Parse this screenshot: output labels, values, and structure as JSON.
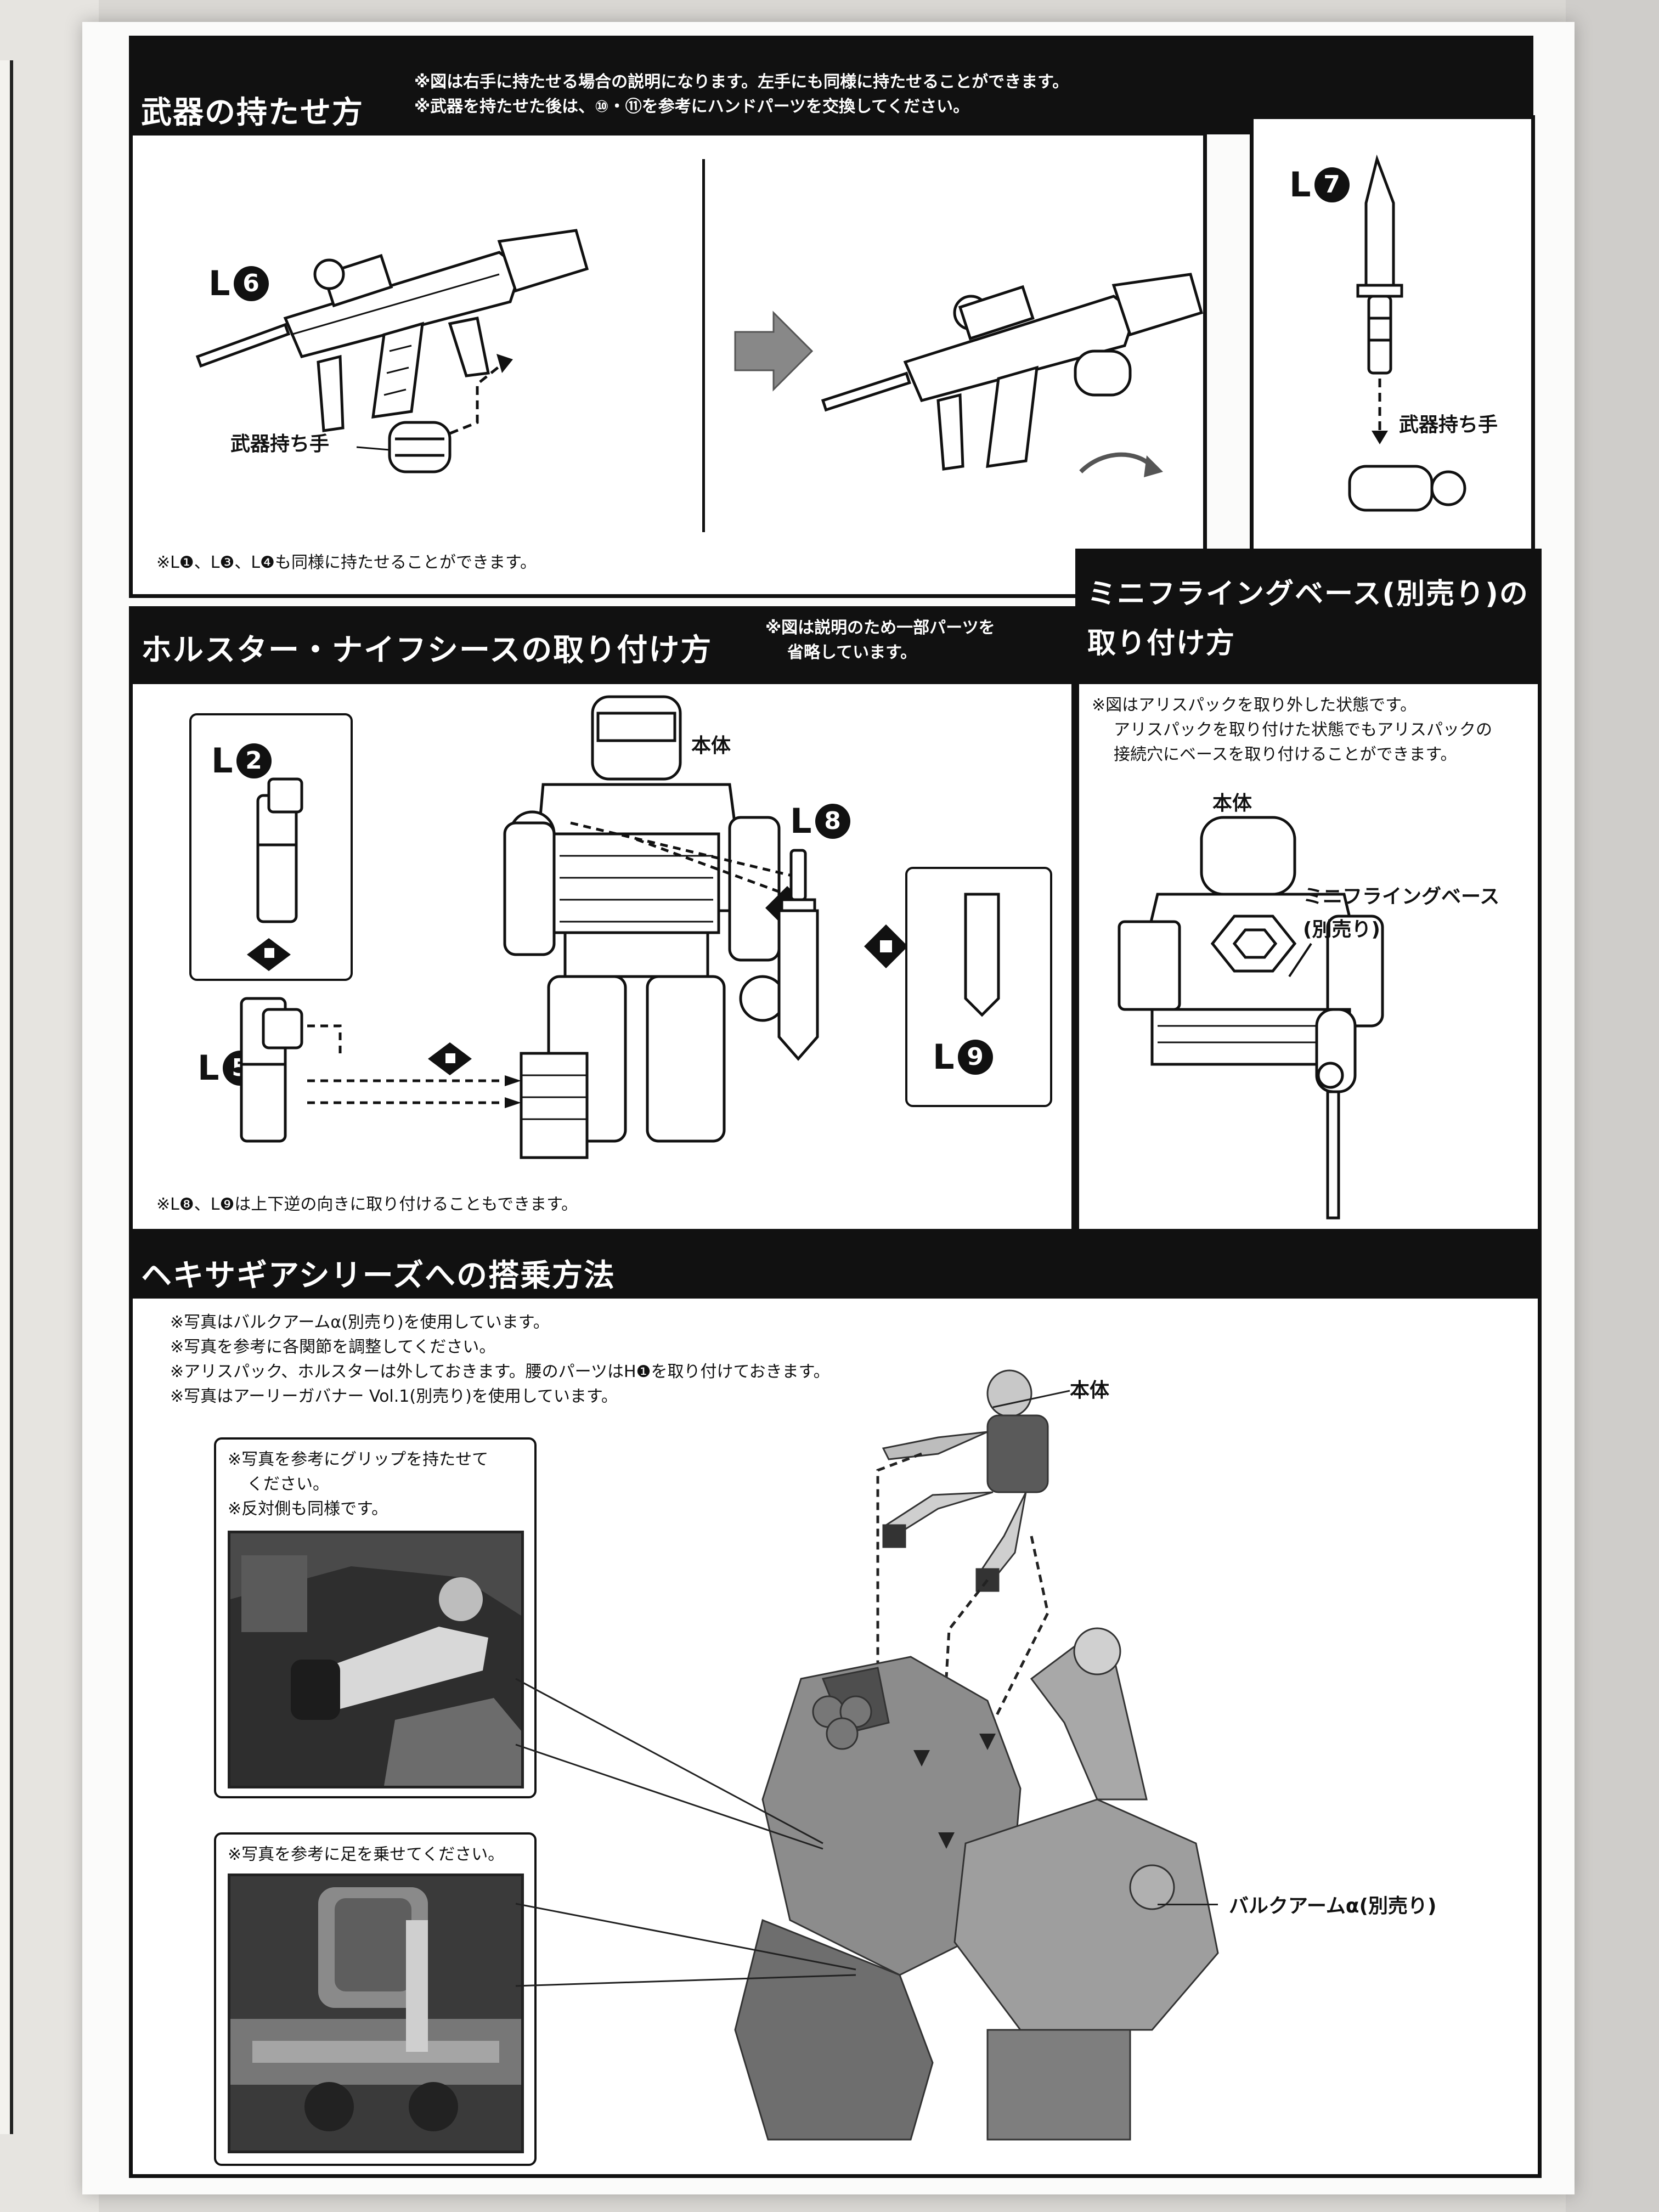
{
  "section1": {
    "title": "武器の持たせ方",
    "note1": "※図は右手に持たせる場合の説明になります。左手にも同様に持たせることができます。",
    "note2": "※武器を持たせた後は、⑩・⑪を参考にハンドパーツを交換してください。",
    "part_rifle": {
      "letter": "L",
      "num": "6"
    },
    "part_knife": {
      "letter": "L",
      "num": "7"
    },
    "hand_label": "武器持ち手",
    "hand_label_2": "武器持ち手",
    "footnote": "※L❶、L❸、L❹も同様に持たせることができます。"
  },
  "section2": {
    "title": "ホルスター・ナイフシースの取り付け方",
    "note1": "※図は説明のため一部パーツを",
    "note2": "省略しています。",
    "body_label": "本体",
    "part_l2": {
      "letter": "L",
      "num": "2"
    },
    "part_l5": {
      "letter": "L",
      "num": "5"
    },
    "part_l8": {
      "letter": "L",
      "num": "8"
    },
    "part_l9": {
      "letter": "L",
      "num": "9"
    },
    "footnote": "※L❽、L❾は上下逆の向きに取り付けることもできます。"
  },
  "section3": {
    "title1": "ミニフライングベース(別売り)の",
    "title2": "取り付け方",
    "note1": "※図はアリスパックを取り外した状態です。",
    "note2": "アリスパックを取り付けた状態でもアリスパックの",
    "note3": "接続穴にベースを取り付けることができます。",
    "body_label": "本体",
    "base_label1": "ミニフライングベース",
    "base_label2": "(別売り)"
  },
  "section4": {
    "title": "ヘキサギアシリーズへの搭乗方法",
    "notes": [
      "※写真はバルクアームα(別売り)を使用しています。",
      "※写真を参考に各関節を調整してください。",
      "※アリスパック、ホルスターは外しておきます。腰のパーツはH❶を取り付けておきます。",
      "※写真はアーリーガバナー Vol.1(別売り)を使用しています。"
    ],
    "body_label": "本体",
    "inset1_note1": "※写真を参考にグリップを持たせて",
    "inset1_note2": "ください。",
    "inset1_note3": "※反対側も同様です。",
    "inset2_note": "※写真を参考に足を乗せてください。",
    "bulk_label": "バルクアームα(別売り)"
  }
}
